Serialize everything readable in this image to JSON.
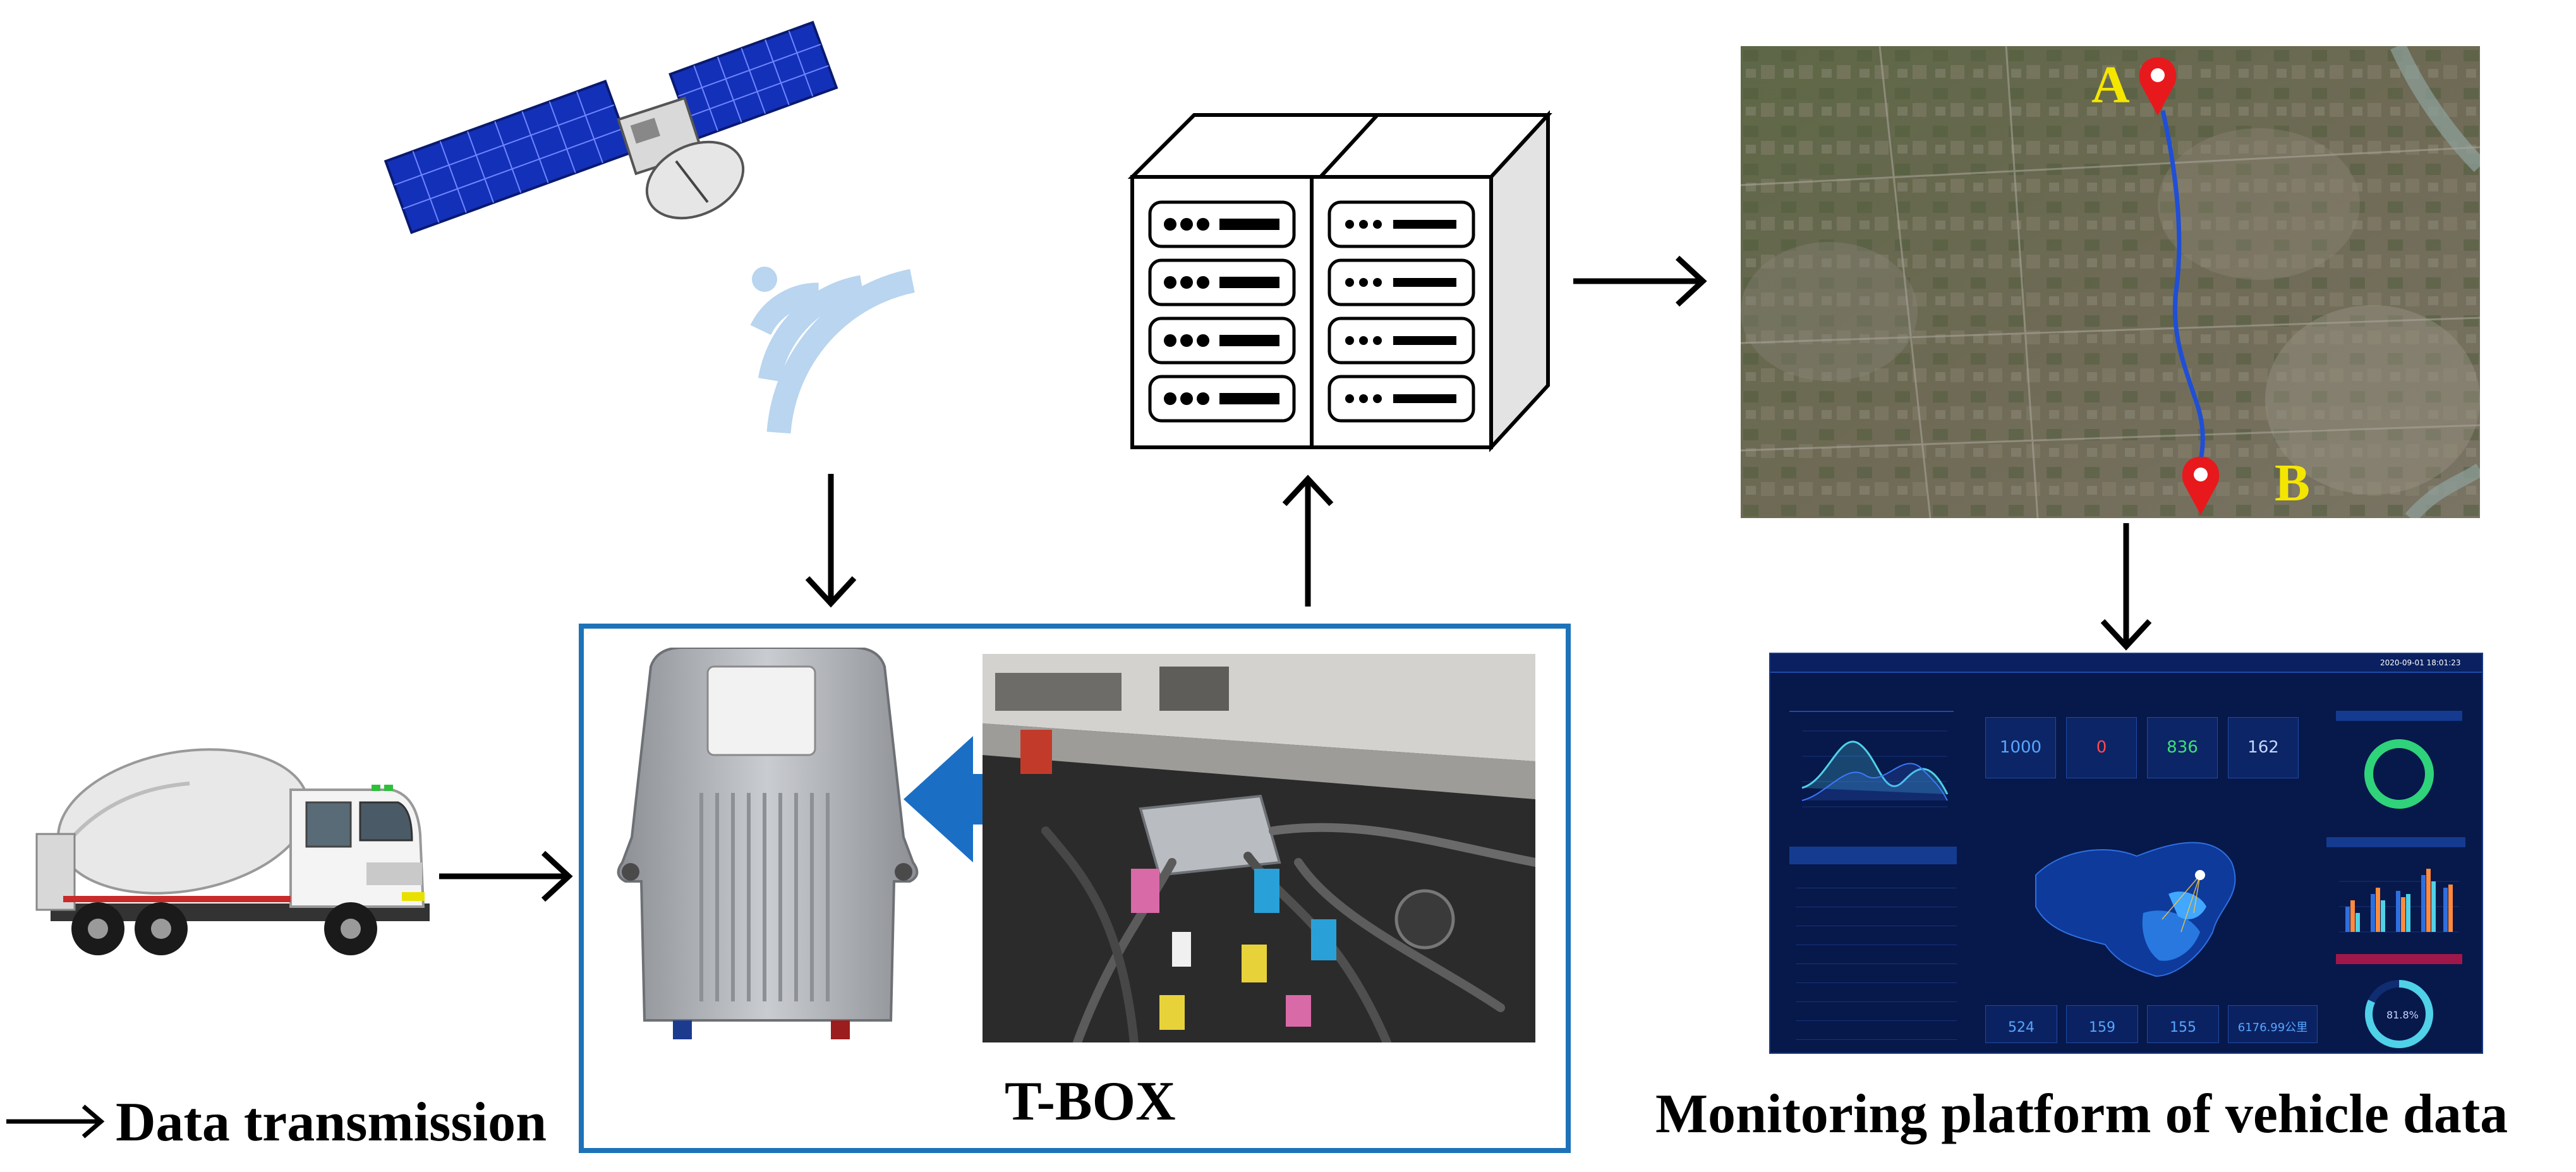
{
  "labels": {
    "tbox": "T-BOX",
    "legend": "Data transmission",
    "platform": "Monitoring platform of vehicle data"
  },
  "map": {
    "point_a": "A",
    "point_b": "B"
  },
  "dashboard": {
    "timestamp": "2020-09-01 18:01:23",
    "kpis": [
      {
        "value": "1000",
        "color": "#58a6ff"
      },
      {
        "value": "0",
        "color": "#ff4a4a"
      },
      {
        "value": "836",
        "color": "#3ee07a"
      },
      {
        "value": "162",
        "color": "#c7d6ff"
      }
    ],
    "bottom_kpis": [
      "524",
      "159",
      "155",
      "6176.99公里"
    ],
    "donut_top_percent": 1.0,
    "donut_bottom_label": "81.8%",
    "donut_bottom_percent": 0.818
  },
  "colors": {
    "frame_blue": "#1e73b8",
    "arrow_blue": "#1a6fc4",
    "route_blue": "#1f4fd6",
    "marker_red": "#e8191c",
    "map_letter": "#f5e600",
    "dashboard_bg": "#07184a"
  }
}
